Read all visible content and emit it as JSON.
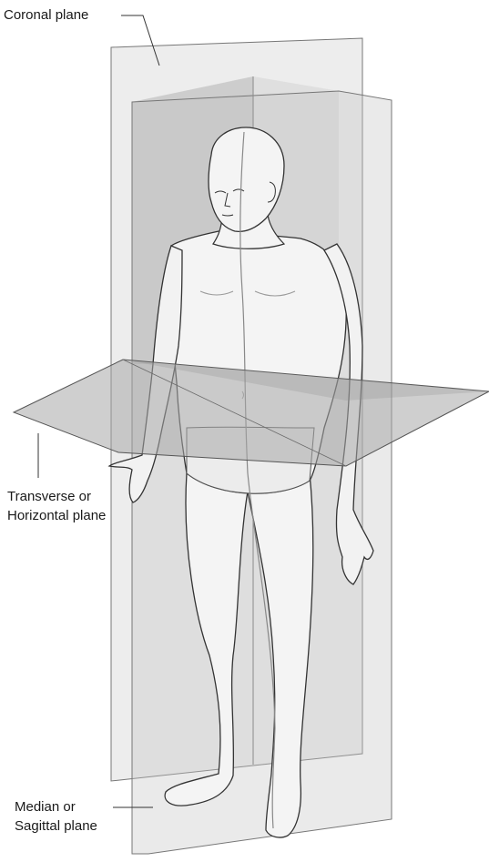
{
  "labels": {
    "coronal": "Coronal plane",
    "transverse_line1": "Transverse or",
    "transverse_line2": "Horizontal plane",
    "median_line1": "Median or",
    "median_line2": "Sagittal plane"
  }
}
